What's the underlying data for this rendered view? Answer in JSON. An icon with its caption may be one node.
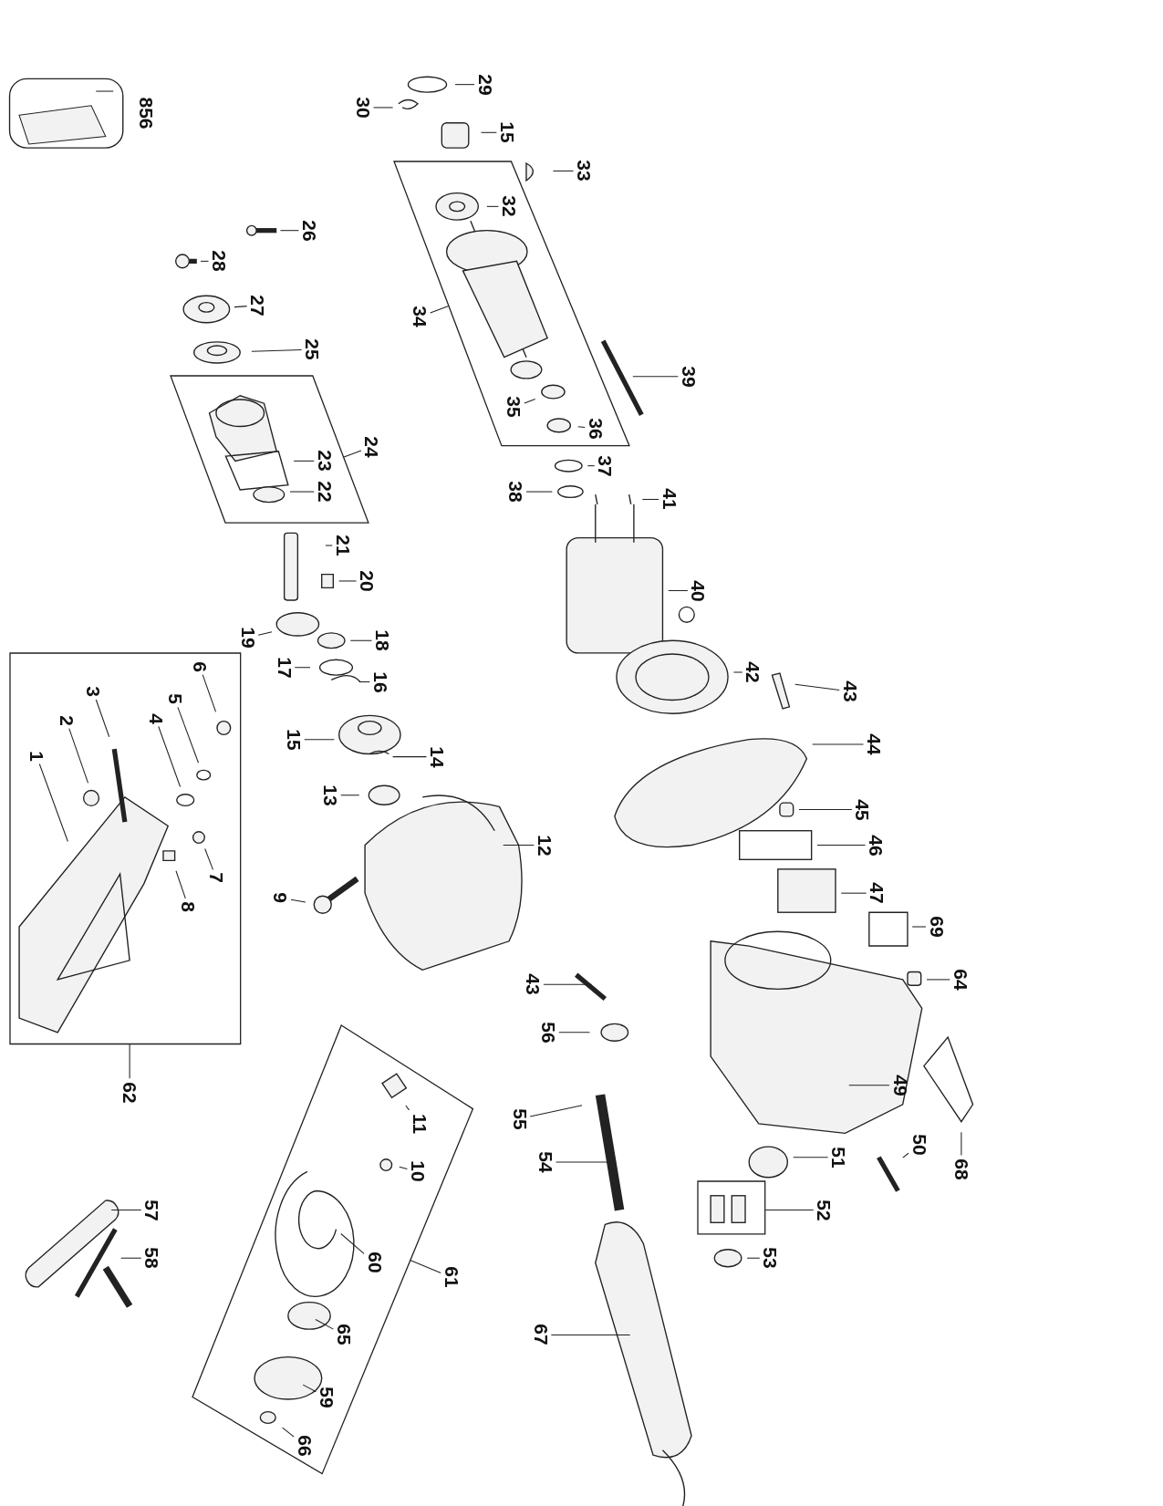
{
  "diagram": {
    "nodes": [
      {
        "text": [
          "29"
        ]
      },
      {
        "text": [
          "30"
        ]
      },
      {
        "text": [
          "15"
        ]
      },
      {
        "text": [
          "33"
        ]
      },
      {
        "text": [
          "32"
        ],
        "in": 69
      },
      {
        "text": [
          "26"
        ]
      },
      {
        "text": [
          "28"
        ]
      },
      {
        "text": [
          "27"
        ]
      },
      {
        "text": [
          "34"
        ]
      },
      {
        "text": [
          "25"
        ]
      },
      {
        "text": [
          "39"
        ]
      },
      {
        "text": [
          "35"
        ],
        "in": 69
      },
      {
        "text": [
          "36"
        ],
        "in": 69
      },
      {
        "text": [
          "24"
        ]
      },
      {
        "text": [
          "23"
        ],
        "in": 70
      },
      {
        "text": [
          "22"
        ],
        "in": 70
      },
      {
        "text": [
          "37"
        ]
      },
      {
        "text": [
          "38"
        ]
      },
      {
        "text": [
          "41"
        ]
      },
      {
        "text": [
          "21"
        ]
      },
      {
        "text": [
          "20"
        ]
      },
      {
        "text": [
          "40"
        ]
      },
      {
        "text": [
          "19"
        ]
      },
      {
        "text": [
          "18"
        ]
      },
      {
        "text": [
          "6"
        ],
        "in": 68
      },
      {
        "text": [
          "42"
        ]
      },
      {
        "text": [
          "17"
        ]
      },
      {
        "text": [
          "16"
        ]
      },
      {
        "text": [
          "5"
        ],
        "in": 68
      },
      {
        "text": [
          "3"
        ],
        "in": 68
      },
      {
        "text": [
          "43"
        ]
      },
      {
        "text": [
          "4"
        ],
        "in": 68
      },
      {
        "text": [
          "15"
        ]
      },
      {
        "text": [
          "2"
        ],
        "in": 68
      },
      {
        "text": [
          "14"
        ]
      },
      {
        "text": [
          "44"
        ]
      },
      {
        "text": [
          "1"
        ],
        "in": 68
      },
      {
        "text": [
          "13"
        ]
      },
      {
        "text": [
          "45"
        ]
      },
      {
        "text": [
          "12"
        ]
      },
      {
        "text": [
          "46"
        ]
      },
      {
        "text": [
          "7"
        ],
        "in": 68
      },
      {
        "text": [
          "47"
        ]
      },
      {
        "text": [
          "8"
        ],
        "in": 68
      },
      {
        "text": [
          "9"
        ]
      },
      {
        "text": [
          "69"
        ]
      },
      {
        "text": [
          "43"
        ]
      },
      {
        "text": [
          "64"
        ]
      },
      {
        "text": [
          "56"
        ]
      },
      {
        "text": [
          "62"
        ]
      },
      {
        "text": [
          "49"
        ]
      },
      {
        "text": [
          "55"
        ]
      },
      {
        "text": [
          "11"
        ],
        "in": 71
      },
      {
        "text": [
          "50"
        ]
      },
      {
        "text": [
          "68"
        ]
      },
      {
        "text": [
          "51"
        ]
      },
      {
        "text": [
          "10"
        ],
        "in": 71
      },
      {
        "text": [
          "54"
        ]
      },
      {
        "text": [
          "57"
        ]
      },
      {
        "text": [
          "52"
        ]
      },
      {
        "text": [
          "58"
        ]
      },
      {
        "text": [
          "53"
        ]
      },
      {
        "text": [
          "60"
        ],
        "in": 71
      },
      {
        "text": [
          "61"
        ]
      },
      {
        "text": [
          "65"
        ],
        "in": 71
      },
      {
        "text": [
          "67"
        ]
      },
      {
        "text": [
          "59"
        ],
        "in": 71
      },
      {
        "text": [
          "66"
        ],
        "in": 71
      },
      {
        "text": [],
        "shape": "box"
      },
      {
        "text": [],
        "shape": "box"
      },
      {
        "text": [],
        "shape": "box"
      },
      {
        "text": [],
        "shape": "box"
      },
      {
        "text": [],
        "shape": "box"
      }
    ],
    "edges": [
      {
        "from": 0,
        "to": null,
        "arrow": "none"
      },
      {
        "from": 1,
        "to": null,
        "arrow": "none"
      },
      {
        "from": 2,
        "to": null,
        "arrow": "none"
      },
      {
        "from": 3,
        "to": null,
        "arrow": "none"
      },
      {
        "from": 4,
        "to": null,
        "arrow": "none"
      },
      {
        "from": 5,
        "to": null,
        "arrow": "none"
      },
      {
        "from": 6,
        "to": null,
        "arrow": "none"
      },
      {
        "from": 7,
        "to": null,
        "arrow": "none"
      },
      {
        "from": 8,
        "to": 69,
        "arrow": "none"
      },
      {
        "from": 9,
        "to": null,
        "arrow": "none"
      },
      {
        "from": 10,
        "to": null,
        "arrow": "none"
      },
      {
        "from": 11,
        "to": null,
        "arrow": "none"
      },
      {
        "from": 12,
        "to": null,
        "arrow": "none"
      },
      {
        "from": 13,
        "to": 70,
        "arrow": "none"
      },
      {
        "from": 14,
        "to": null,
        "arrow": "none"
      },
      {
        "from": 15,
        "to": null,
        "arrow": "none"
      },
      {
        "from": 16,
        "to": null,
        "arrow": "none"
      },
      {
        "from": 17,
        "to": null,
        "arrow": "none"
      },
      {
        "from": 18,
        "to": null,
        "arrow": "none"
      },
      {
        "from": 19,
        "to": null,
        "arrow": "none"
      },
      {
        "from": 20,
        "to": null,
        "arrow": "none"
      },
      {
        "from": 21,
        "to": null,
        "arrow": "none"
      },
      {
        "from": 22,
        "to": null,
        "arrow": "none"
      },
      {
        "from": 23,
        "to": null,
        "arrow": "none"
      },
      {
        "from": 24,
        "to": null,
        "arrow": "none"
      },
      {
        "from": 25,
        "to": null,
        "arrow": "none"
      },
      {
        "from": 26,
        "to": null,
        "arrow": "none"
      },
      {
        "from": 27,
        "to": null,
        "arrow": "none"
      },
      {
        "from": 28,
        "to": null,
        "arrow": "none"
      },
      {
        "from": 29,
        "to": null,
        "arrow": "none"
      },
      {
        "from": 30,
        "to": null,
        "arrow": "none"
      },
      {
        "from": 31,
        "to": null,
        "arrow": "none"
      },
      {
        "from": 32,
        "to": null,
        "arrow": "none"
      },
      {
        "from": 33,
        "to": null,
        "arrow": "none"
      },
      {
        "from": 34,
        "to": null,
        "arrow": "none"
      },
      {
        "from": 35,
        "to": null,
        "arrow": "none"
      },
      {
        "from": 36,
        "to": null,
        "arrow": "none"
      },
      {
        "from": 37,
        "to": null,
        "arrow": "none"
      },
      {
        "from": 38,
        "to": null,
        "arrow": "none"
      },
      {
        "from": 39,
        "to": null,
        "arrow": "none"
      },
      {
        "from": 40,
        "to": null,
        "arrow": "none"
      },
      {
        "from": 41,
        "to": null,
        "arrow": "none"
      },
      {
        "from": 42,
        "to": null,
        "arrow": "none"
      },
      {
        "from": 43,
        "to": null,
        "arrow": "none"
      },
      {
        "from": 44,
        "to": null,
        "arrow": "none"
      },
      {
        "from": 45,
        "to": null,
        "arrow": "none"
      },
      {
        "from": 46,
        "to": null,
        "arrow": "none"
      },
      {
        "from": 47,
        "to": null,
        "arrow": "none"
      },
      {
        "from": 48,
        "to": null,
        "arrow": "none"
      },
      {
        "from": 49,
        "to": 68,
        "arrow": "none"
      },
      {
        "from": 50,
        "to": null,
        "arrow": "none"
      },
      {
        "from": 51,
        "to": null,
        "arrow": "none"
      },
      {
        "from": 52,
        "to": null,
        "arrow": "none"
      },
      {
        "from": 53,
        "to": null,
        "arrow": "none"
      },
      {
        "from": 54,
        "to": null,
        "arrow": "none"
      },
      {
        "from": 55,
        "to": null,
        "arrow": "none"
      },
      {
        "from": 56,
        "to": null,
        "arrow": "none"
      },
      {
        "from": 57,
        "to": null,
        "arrow": "none"
      },
      {
        "from": 58,
        "to": null,
        "arrow": "none"
      },
      {
        "from": 59,
        "to": 72,
        "arrow": "none"
      },
      {
        "from": 60,
        "to": null,
        "arrow": "none"
      },
      {
        "from": 61,
        "to": null,
        "arrow": "none"
      },
      {
        "from": 62,
        "to": null,
        "arrow": "none"
      },
      {
        "from": 63,
        "to": 71,
        "arrow": "none"
      },
      {
        "from": 64,
        "to": null,
        "arrow": "none"
      },
      {
        "from": 65,
        "to": null,
        "arrow": "none"
      },
      {
        "from": 66,
        "to": null,
        "arrow": "none"
      },
      {
        "from": 67,
        "to": null,
        "arrow": "none"
      }
    ],
    "labels": [
      "856"
    ]
  }
}
